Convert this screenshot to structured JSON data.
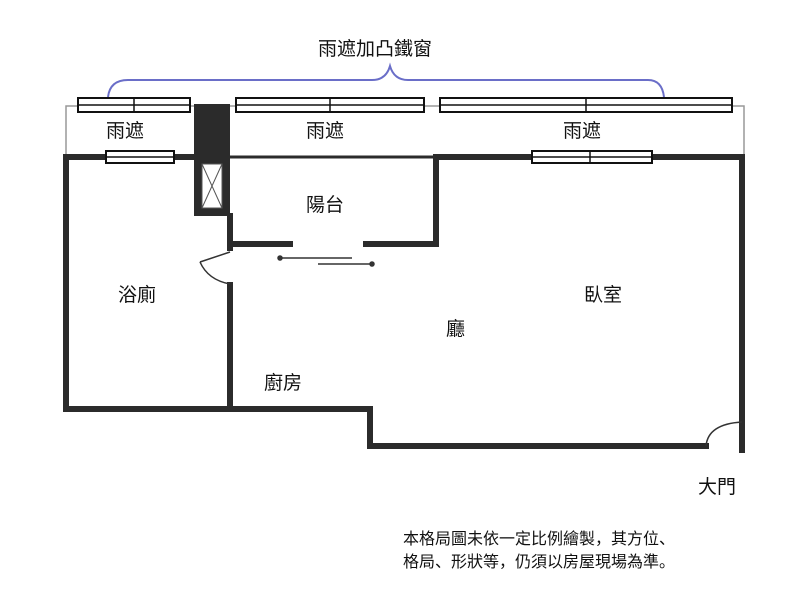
{
  "plan": {
    "awning_bay_window_label": "雨遮加凸鐵窗",
    "awning_left": "雨遮",
    "awning_middle": "雨遮",
    "awning_right": "雨遮",
    "balcony": "陽台",
    "bathroom": "浴廁",
    "bedroom": "臥室",
    "living_room": "廳",
    "kitchen": "廚房",
    "main_door": "大門"
  },
  "disclaimer": {
    "line1": "本格局圖未依一定比例繪製，其方位、",
    "line2": "格局、形狀等，仍須以房屋現場為準。"
  },
  "colors": {
    "wall": "#2b2b2b",
    "bracket": "#6a6ec8",
    "window": "#111111",
    "outline": "#999999"
  }
}
